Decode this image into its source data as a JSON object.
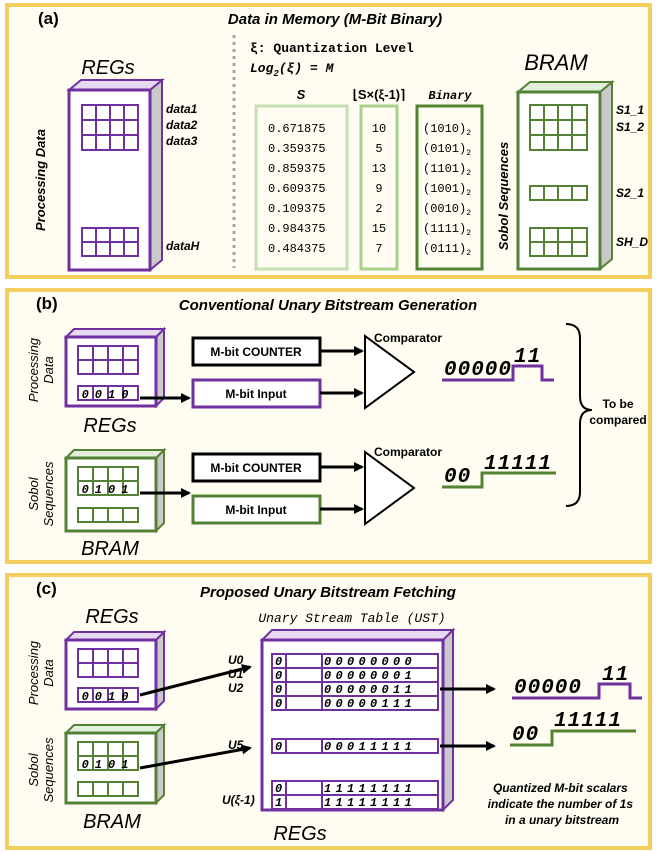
{
  "colors": {
    "panel_border": "#f2cf5f",
    "panel_fill": "#fffdf1",
    "purple": "#7030a0",
    "green": "#548235",
    "light_green": "#a9d18e",
    "pale_green": "#c5e0b4"
  },
  "panel_a": {
    "tag": "(a)",
    "title": "Data in Memory (M-Bit Binary)",
    "regs_label": "REGs",
    "processing_data": "Processing Data",
    "data_labels": [
      "data1",
      "data2",
      "data3",
      "dataH"
    ],
    "xi_def": "ξ: Quantization Level",
    "log_eq": "Log",
    "log_sub": "2",
    "log_tail": "(ξ) = M",
    "col_s": "S",
    "col_q": "⌊S×(ξ-1)⌉",
    "col_bin": "Binary",
    "s_values": [
      "0.671875",
      "0.359375",
      "0.859375",
      "0.609375",
      "0.109375",
      "0.984375",
      "0.484375"
    ],
    "q_values": [
      "10",
      "5",
      "13",
      "9",
      "2",
      "15",
      "7"
    ],
    "bin_values": [
      "(1010)",
      "(0101)",
      "(1101)",
      "(1001)",
      "(0010)",
      "(1111)",
      "(0111)"
    ],
    "bin_sub": "2",
    "bram_label": "BRAM",
    "sobol": "Sobol Sequences",
    "s_labels": [
      "S1_1",
      "S1_2",
      "S2_1",
      "SH_D"
    ]
  },
  "panel_b": {
    "tag": "(b)",
    "title": "Conventional Unary Bitstream Generation",
    "processing_data": [
      "Processing",
      "Data"
    ],
    "regs_label": "REGs",
    "bits_proc": "0010",
    "sobol": [
      "Sobol",
      "Sequences"
    ],
    "bram_label": "BRAM",
    "bits_sobol": "0101",
    "counter": "M-bit COUNTER",
    "input": "M-bit Input",
    "comparator": "Comparator",
    "stream1": {
      "zeros": "00000",
      "ones": "11"
    },
    "stream2": {
      "zeros": "00",
      "ones": "11111"
    },
    "to_be": [
      "To be",
      "compared"
    ]
  },
  "panel_c": {
    "tag": "(c)",
    "title": "Proposed Unary Bitstream Fetching",
    "regs_label": "REGs",
    "processing_data": [
      "Processing",
      "Data"
    ],
    "bits_proc": "0010",
    "sobol": [
      "Sobol",
      "Sequences"
    ],
    "bram_label": "BRAM",
    "bits_sobol": "0101",
    "ust_title": "Unary Stream Table (UST)",
    "row_labels": [
      "U0",
      "U1",
      "U2",
      "U5",
      "U(ξ-1)"
    ],
    "rows": [
      [
        "0",
        "00000000"
      ],
      [
        "0",
        "00000001"
      ],
      [
        "0",
        "00000011"
      ],
      [
        "0",
        "00000111"
      ],
      [
        "0",
        "00011111"
      ],
      [
        "0",
        "11111111"
      ],
      [
        "1",
        "11111111"
      ]
    ],
    "regs_bottom": "REGs",
    "stream1": {
      "zeros": "00000",
      "ones": "11"
    },
    "stream2": {
      "zeros": "00",
      "ones": "11111"
    },
    "note": [
      "Quantized M-bit scalars",
      "indicate the number of 1s",
      "in a unary bitstream"
    ]
  }
}
